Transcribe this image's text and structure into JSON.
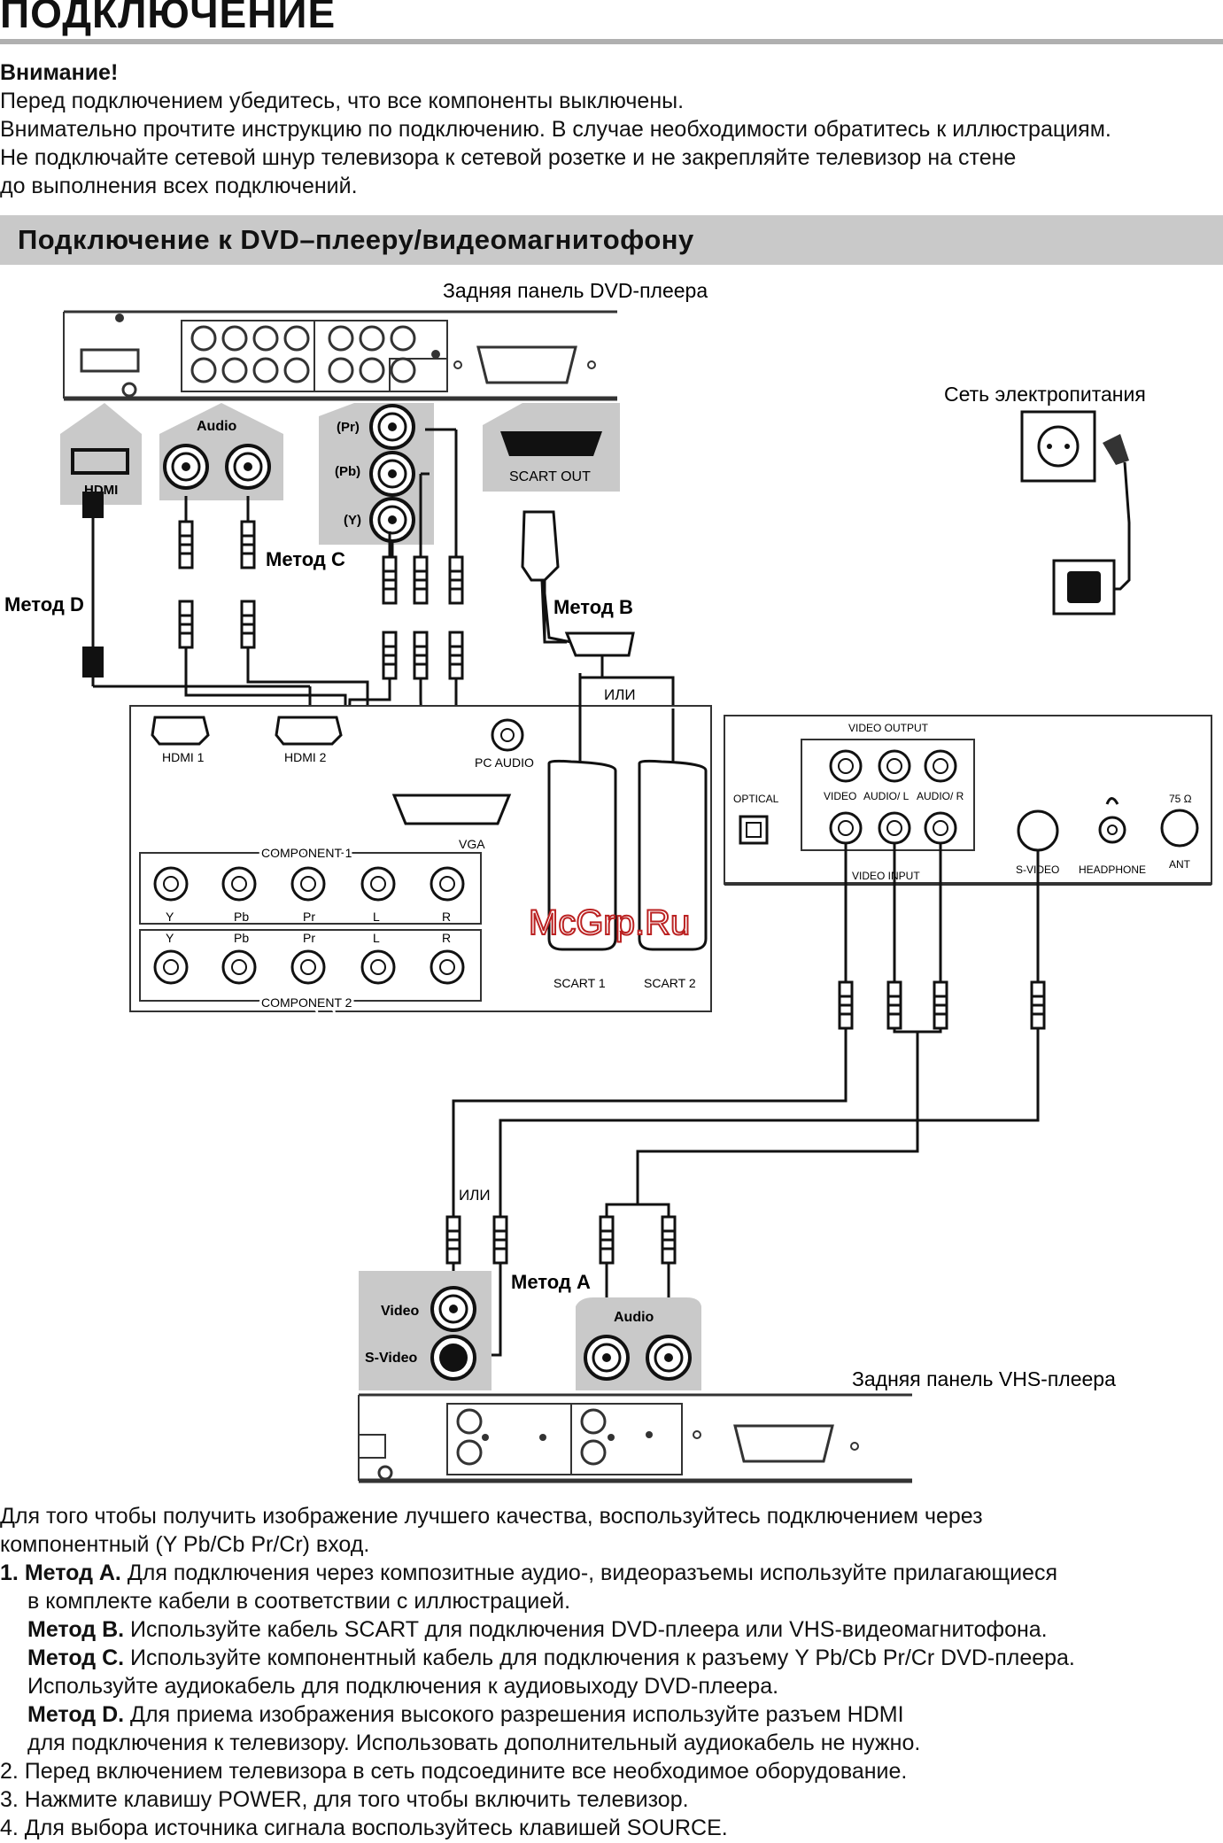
{
  "page": {
    "title": "ПОДКЛЮЧЕНИЕ",
    "warning_heading": "Внимание!",
    "intro_lines": [
      "Перед подключением убедитесь, что все компоненты выключены.",
      "Внимательно прочтите инструкцию по подключению. В случае необходимости обратитесь к иллюстрациям.",
      "Не подключайте сетевой шнур телевизора к сетевой розетке и не закрепляйте телевизор на стене",
      "до выполнения всех подключений."
    ],
    "section_title": "Подключение к DVD–плееру/видеомагнитофону"
  },
  "diagram": {
    "dvd_panel_caption": "Задняя панель DVD-плеера",
    "power_caption": "Сеть электропитания",
    "vhs_panel_caption": "Задняя панель VHS-плеера",
    "hdmi_label": "HDMI",
    "audio_label": "Audio",
    "pr_label": "(Pr)",
    "pb_label": "(Pb)",
    "y_label": "(Y)",
    "scart_out_label": "SCART OUT",
    "method_a": "Метод A",
    "method_b": "Метод B",
    "method_c": "Метод C",
    "method_d": "Метод D",
    "or_label": "ИЛИ",
    "tv": {
      "hdmi1": "HDMI 1",
      "hdmi2": "HDMI 2",
      "pc_audio": "PC AUDIO",
      "vga": "VGA",
      "component1": "COMPONENT 1",
      "component2": "COMPONENT 2",
      "comp_labels": [
        "Y",
        "Pb",
        "Pr",
        "L",
        "R"
      ],
      "scart1": "SCART 1",
      "scart2": "SCART 2",
      "video_output": "VIDEO OUTPUT",
      "video_input": "VIDEO INPUT",
      "optical": "OPTICAL",
      "video": "VIDEO",
      "audio_l": "AUDIO/ L",
      "audio_r": "AUDIO/ R",
      "s_video": "S-VIDEO",
      "headphone": "HEADPHONE",
      "ant": "ANT",
      "ohm": "75 Ω"
    },
    "vhs": {
      "video_label": "Video",
      "svideo_label": "S-Video",
      "audio_label": "Audio"
    },
    "watermark": "McGrp.Ru"
  },
  "bottom": {
    "intro1": "Для того чтобы получить изображение лучшего качества, воспользуйтесь подключением через",
    "intro2": "компонентный (Y Pb/Cb Pr/Cr) вход.",
    "item1_num": "1.",
    "a_label": "Метод A.",
    "a_text": " Для подключения через композитные аудио-, видеоразъемы используйте прилагающиеся",
    "a_text2": "в комплекте кабели в соответствии с иллюстрацией.",
    "b_label": "Метод B.",
    "b_text": " Используйте кабель SCART для подключения DVD-плеера или VHS-видеомагнитофона.",
    "c_label": "Метод C.",
    "c_text": " Используйте компонентный кабель для подключения к разъему Y Pb/Cb Pr/Cr DVD-плеера.",
    "c_text2": "Используйте аудиокабель для подключения к аудиовыходу DVD-плеера.",
    "d_label": "Метод D.",
    "d_text": " Для приема изображения высокого разрешения используйте разъем HDMI",
    "d_text2": "для подключения к телевизору. Использовать дополнительный аудиокабель не нужно.",
    "item2": "2. Перед включением телевизора в сеть подсоедините все необходимое оборудование.",
    "item3": "3. Нажмите клавишу POWER, для того чтобы включить телевизор.",
    "item4": "4. Для выбора источника сигнала воспользуйтесь клавишей SOURCE."
  }
}
